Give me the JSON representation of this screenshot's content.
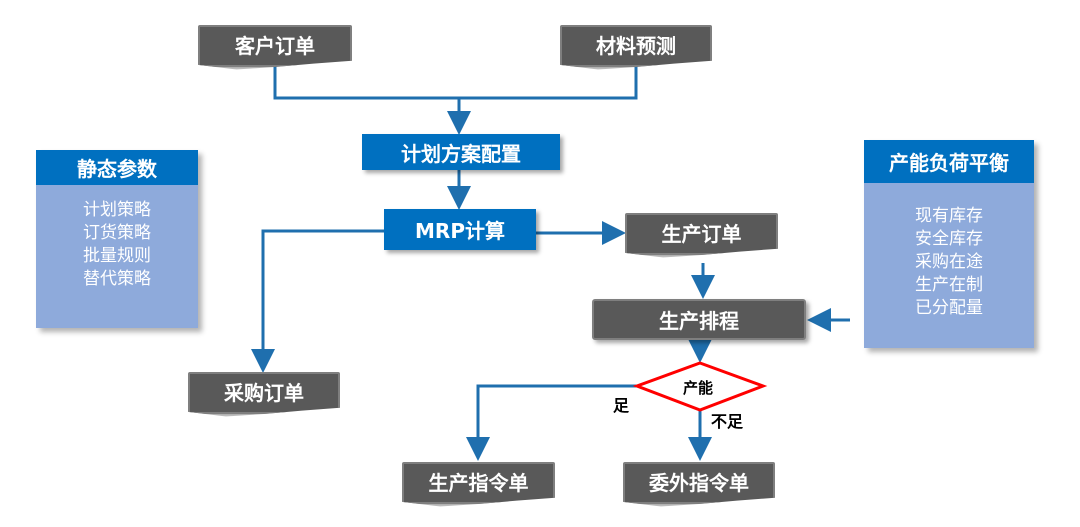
{
  "nodes": {
    "customer_order": "客户订单",
    "material_forecast": "材料预测",
    "plan_config": "计划方案配置",
    "mrp": "MRP计算",
    "purchase_order": "采购订单",
    "production_order": "生产订单",
    "scheduling": "生产排程",
    "decision": "产能",
    "production_instruction": "生产指令单",
    "outsource_instruction": "委外指令单"
  },
  "edges": {
    "enough": "足",
    "not_enough": "不足"
  },
  "static_params": {
    "title": "静态参数",
    "items": [
      "计划策略",
      "订货策略",
      "批量规则",
      "替代策略"
    ]
  },
  "capacity": {
    "title": "产能负荷平衡",
    "items": [
      "现有库存",
      "安全库存",
      "采购在途",
      "生产在制",
      "已分配量"
    ]
  }
}
